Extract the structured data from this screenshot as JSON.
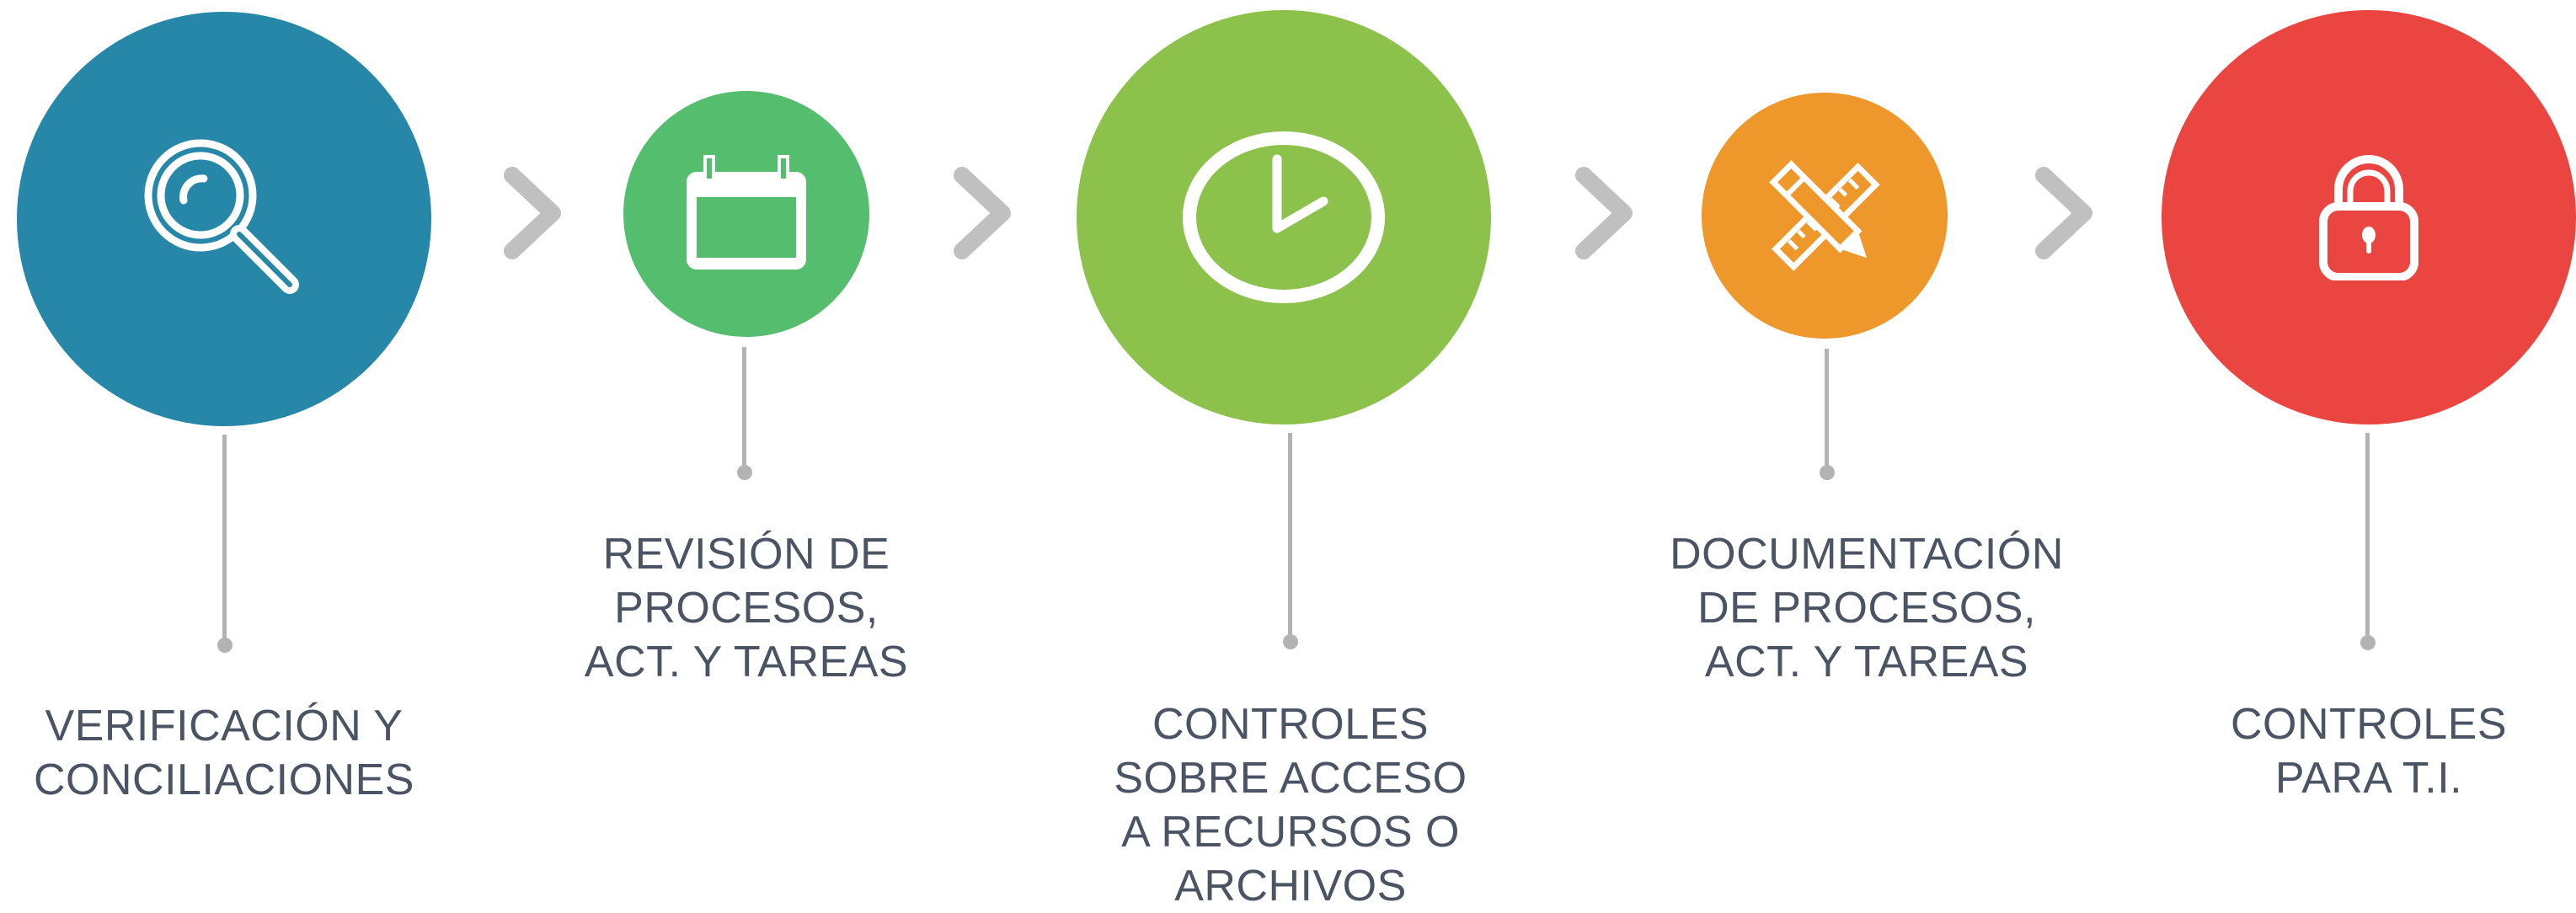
{
  "colors": {
    "step1": "#2687a8",
    "step2": "#55bd6e",
    "step3": "#8cc24b",
    "step4": "#ee972a",
    "step5": "#ea4541",
    "connector": "#b3b3b3",
    "chevron": "#c0c0c0",
    "text": "#4a5465"
  },
  "steps": [
    {
      "icon": "magnifier-icon",
      "lines": [
        "VERIFICACIÓN Y",
        "CONCILIACIONES"
      ]
    },
    {
      "icon": "calendar-icon",
      "lines": [
        "REVISIÓN DE",
        "PROCESOS,",
        "ACT. Y TAREAS"
      ]
    },
    {
      "icon": "clock-icon",
      "lines": [
        "CONTROLES",
        "SOBRE ACCESO",
        "A RECURSOS O",
        "ARCHIVOS"
      ]
    },
    {
      "icon": "ruler-pencil-icon",
      "lines": [
        "DOCUMENTACIÓN",
        "DE PROCESOS,",
        "ACT. Y TAREAS"
      ]
    },
    {
      "icon": "padlock-icon",
      "lines": [
        "CONTROLES",
        "PARA T.I."
      ]
    }
  ]
}
